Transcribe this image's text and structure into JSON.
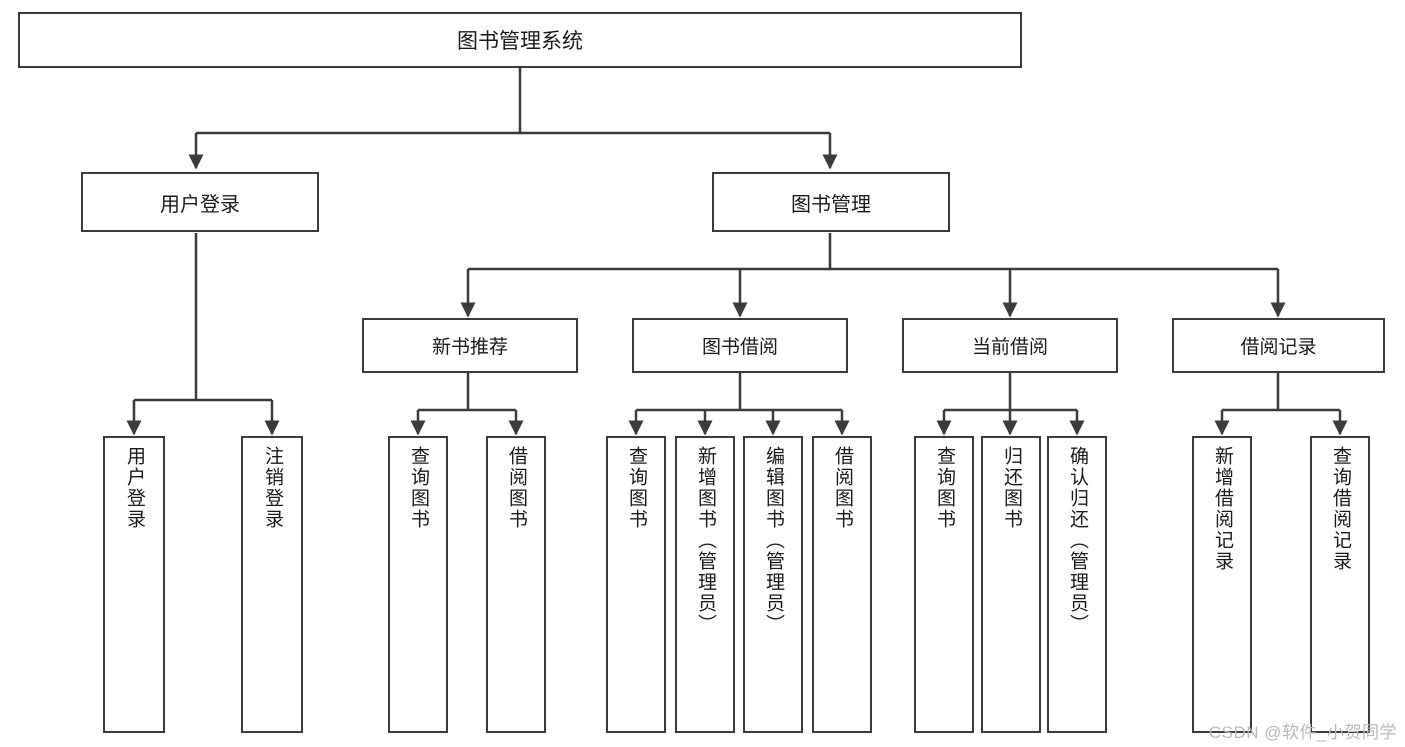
{
  "diagram": {
    "type": "tree-hierarchy-functional-decomposition",
    "root": {
      "id": "root",
      "label": "图书管理系统"
    },
    "level1": [
      {
        "id": "user-login",
        "label": "用户登录"
      },
      {
        "id": "book-management",
        "label": "图书管理"
      }
    ],
    "level2": [
      {
        "id": "new-book-recommend",
        "label": "新书推荐",
        "parent": "book-management"
      },
      {
        "id": "book-borrow",
        "label": "图书借阅",
        "parent": "book-management"
      },
      {
        "id": "current-borrow",
        "label": "当前借阅",
        "parent": "book-management"
      },
      {
        "id": "borrow-record",
        "label": "借阅记录",
        "parent": "book-management"
      }
    ],
    "leaves": [
      {
        "id": "leaf-user-login",
        "label": "用户登录",
        "parent": "user-login"
      },
      {
        "id": "leaf-logout-login",
        "label": "注销登录",
        "parent": "user-login"
      },
      {
        "id": "leaf-query-book-1",
        "label": "查询图书",
        "parent": "new-book-recommend"
      },
      {
        "id": "leaf-borrow-book-1",
        "label": "借阅图书",
        "parent": "new-book-recommend"
      },
      {
        "id": "leaf-query-book-2",
        "label": "查询图书",
        "parent": "book-borrow"
      },
      {
        "id": "leaf-add-book",
        "label": "新增图书（管理员）",
        "parent": "book-borrow"
      },
      {
        "id": "leaf-edit-book",
        "label": "编辑图书（管理员）",
        "parent": "book-borrow"
      },
      {
        "id": "leaf-borrow-book-2",
        "label": "借阅图书",
        "parent": "book-borrow"
      },
      {
        "id": "leaf-query-book-3",
        "label": "查询图书",
        "parent": "current-borrow"
      },
      {
        "id": "leaf-return-book",
        "label": "归还图书",
        "parent": "current-borrow"
      },
      {
        "id": "leaf-confirm-return",
        "label": "确认归还（管理员）",
        "parent": "current-borrow"
      },
      {
        "id": "leaf-add-borrow-record",
        "label": "新增借阅记录",
        "parent": "borrow-record"
      },
      {
        "id": "leaf-query-borrow-record",
        "label": "查询借阅记录",
        "parent": "borrow-record"
      }
    ],
    "colors": {
      "box_border": "#3b3b3b",
      "box_fill": "#ffffff",
      "connector": "#3b3b3b",
      "text": "#1a1a1a",
      "watermark": "#b9b9b9",
      "background": "#ffffff"
    }
  },
  "watermark": {
    "text": "CSDN @软件_小贺同学"
  }
}
